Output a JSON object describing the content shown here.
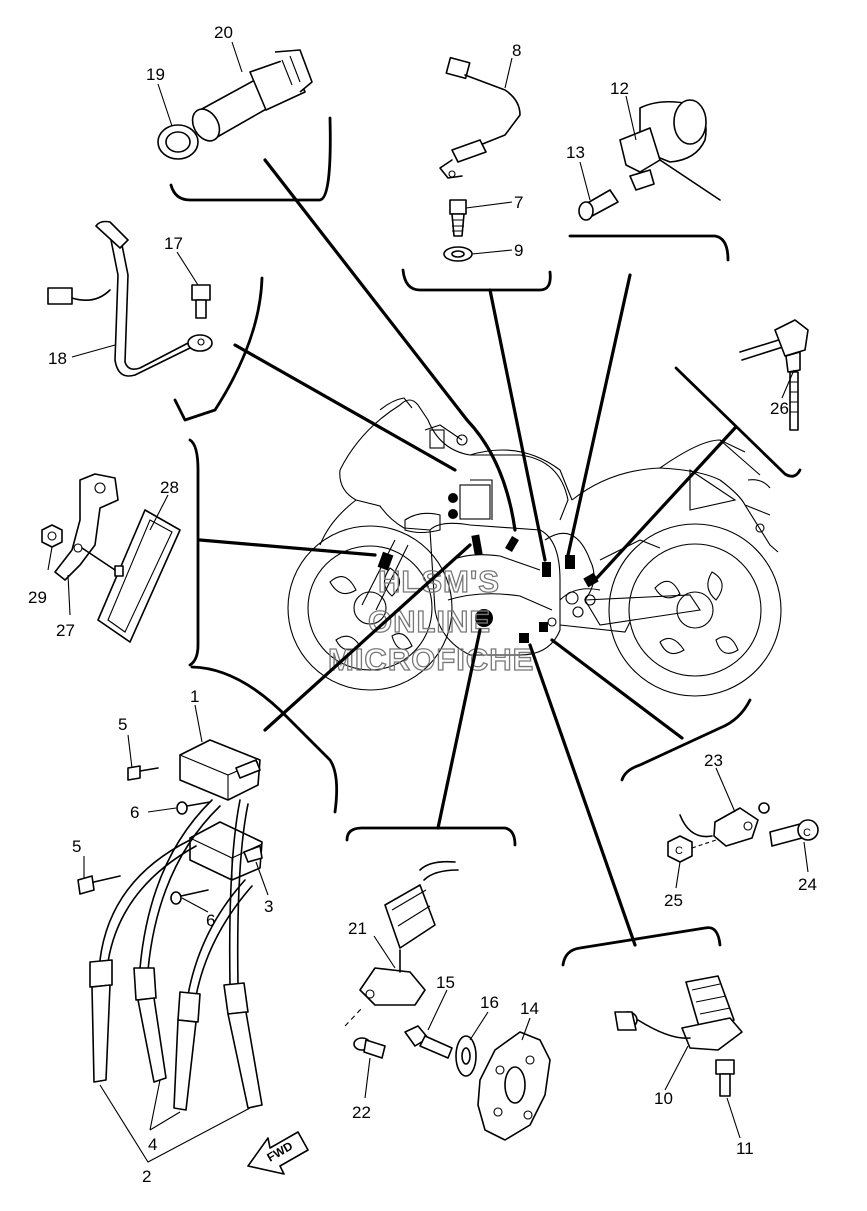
{
  "callouts": [
    {
      "id": "c1",
      "text": "1"
    },
    {
      "id": "c2",
      "text": "2"
    },
    {
      "id": "c3",
      "text": "3"
    },
    {
      "id": "c4",
      "text": "4"
    },
    {
      "id": "c5a",
      "text": "5"
    },
    {
      "id": "c5b",
      "text": "5"
    },
    {
      "id": "c6a",
      "text": "6"
    },
    {
      "id": "c6b",
      "text": "6"
    },
    {
      "id": "c7",
      "text": "7"
    },
    {
      "id": "c8",
      "text": "8"
    },
    {
      "id": "c9",
      "text": "9"
    },
    {
      "id": "c10",
      "text": "10"
    },
    {
      "id": "c11",
      "text": "11"
    },
    {
      "id": "c12",
      "text": "12"
    },
    {
      "id": "c13",
      "text": "13"
    },
    {
      "id": "c14",
      "text": "14"
    },
    {
      "id": "c15",
      "text": "15"
    },
    {
      "id": "c16",
      "text": "16"
    },
    {
      "id": "c17",
      "text": "17"
    },
    {
      "id": "c18",
      "text": "18"
    },
    {
      "id": "c19",
      "text": "19"
    },
    {
      "id": "c20",
      "text": "20"
    },
    {
      "id": "c21",
      "text": "21"
    },
    {
      "id": "c22",
      "text": "22"
    },
    {
      "id": "c23",
      "text": "23"
    },
    {
      "id": "c24",
      "text": "24"
    },
    {
      "id": "c25",
      "text": "25"
    },
    {
      "id": "c26",
      "text": "26"
    },
    {
      "id": "c27",
      "text": "27"
    },
    {
      "id": "c28",
      "text": "28"
    },
    {
      "id": "c29",
      "text": "29"
    }
  ],
  "watermark": [
    "HLSM'S",
    "ONLINE",
    "MICROFICHE"
  ],
  "fwd_label": "FWD",
  "clip_letter": "C"
}
